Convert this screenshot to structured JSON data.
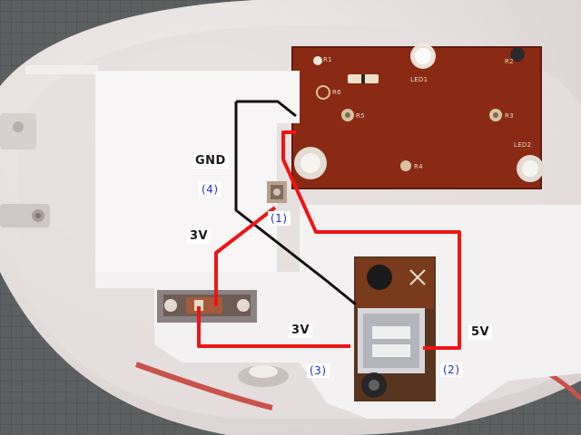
{
  "labels": {
    "gnd": "GND",
    "wire_4": "(4)",
    "wire_1": "(1)",
    "left_3v": "3V",
    "bottom_3v": "3V",
    "right_5v": "5V",
    "wire_3": "(3)",
    "wire_2": "(2)"
  },
  "board_marks": {
    "r1": "R1",
    "led1": "LED1",
    "r6": "R6",
    "r5": "R5",
    "r3": "R3",
    "r2": "R2",
    "r4": "R4",
    "led2": "LED2"
  },
  "colors": {
    "background": "#5f6263",
    "casing": "#ece6e4",
    "pcb": "#8a2a14",
    "wire_red": "#f01414",
    "wire_black": "#111111",
    "label_blue": "#1d2ec9"
  }
}
